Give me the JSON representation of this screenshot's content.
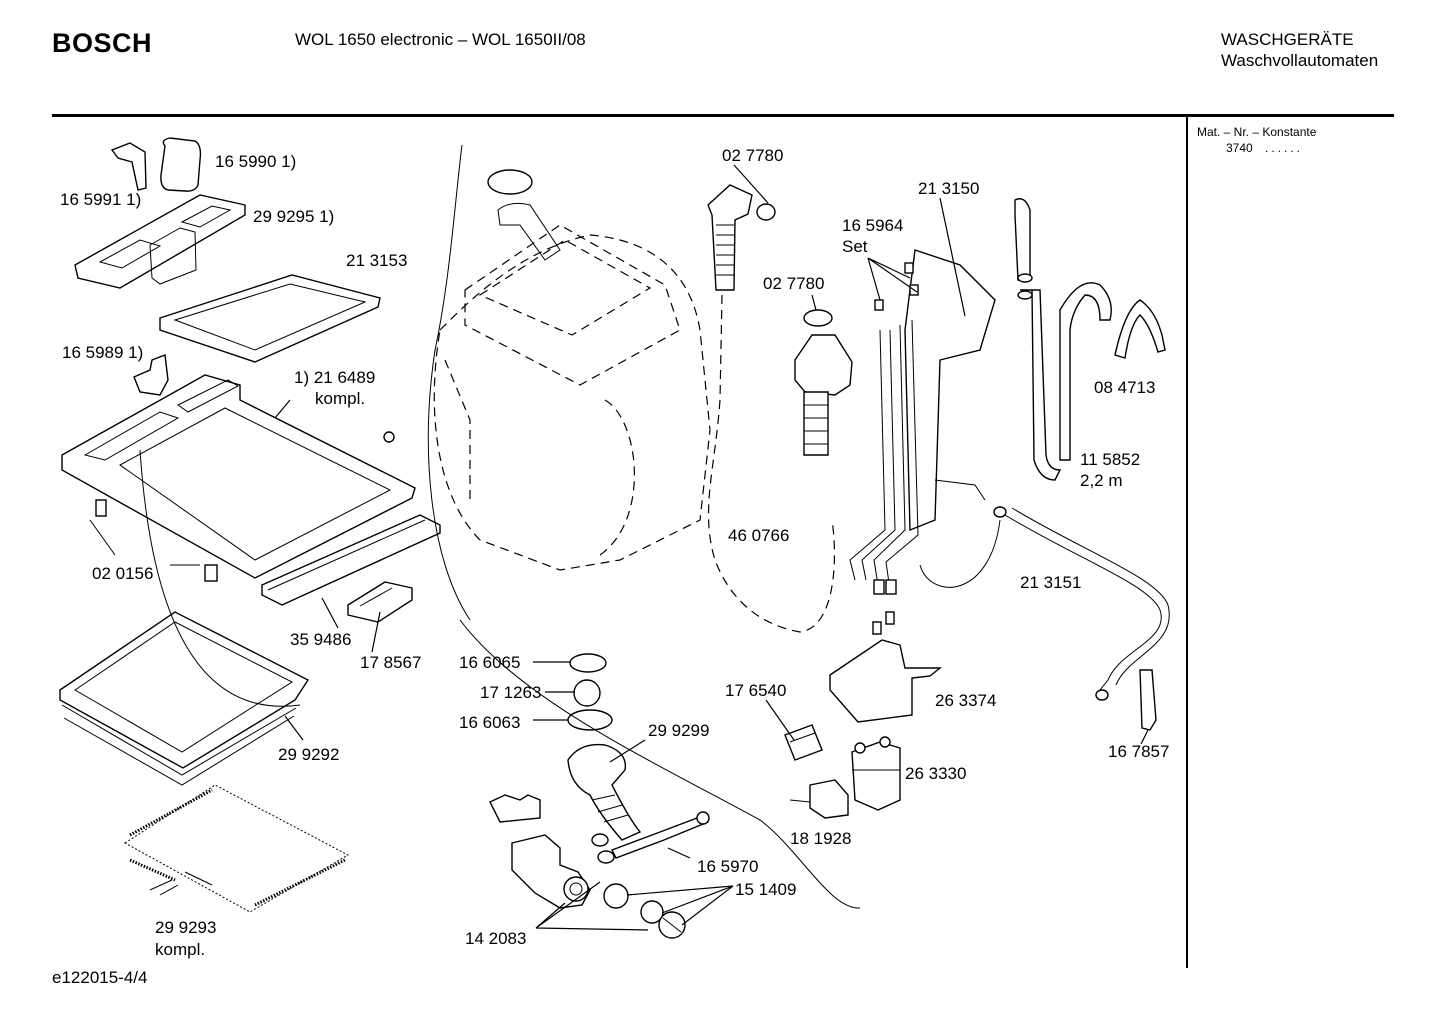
{
  "header": {
    "brand": "BOSCH",
    "model": "WOL 1650 electronic – WOL 1650II/08",
    "category_line1": "WASCHGERÄTE",
    "category_line2": "Waschvollautomaten"
  },
  "side_panel": {
    "title": "Mat. – Nr. – Konstante",
    "value": "3740",
    "dots": "......"
  },
  "parts": [
    {
      "id": "p1",
      "label": "16 5990 1)"
    },
    {
      "id": "p2",
      "label": "16 5991 1)"
    },
    {
      "id": "p3",
      "label": "29 9295 1)"
    },
    {
      "id": "p4",
      "label": "21 3153"
    },
    {
      "id": "p5",
      "label": "16 5989 1)"
    },
    {
      "id": "p6",
      "label": "1) 21 6489"
    },
    {
      "id": "p7",
      "label": "kompl."
    },
    {
      "id": "p8",
      "label": "02 0156"
    },
    {
      "id": "p9",
      "label": "35 9486"
    },
    {
      "id": "p10",
      "label": "17 8567"
    },
    {
      "id": "p11",
      "label": "29 9292"
    },
    {
      "id": "p12",
      "label": "29 9293"
    },
    {
      "id": "p13",
      "label": "kompl."
    },
    {
      "id": "p14",
      "label": "02 7780"
    },
    {
      "id": "p15",
      "label": "02 7780"
    },
    {
      "id": "p16",
      "label": "46 0766"
    },
    {
      "id": "p17",
      "label": "21 3150"
    },
    {
      "id": "p18",
      "label": "16 5964"
    },
    {
      "id": "p19",
      "label": "Set"
    },
    {
      "id": "p20",
      "label": "08 4713"
    },
    {
      "id": "p21",
      "label": "11 5852"
    },
    {
      "id": "p22",
      "label": "2,2 m"
    },
    {
      "id": "p23",
      "label": "21 3151"
    },
    {
      "id": "p24",
      "label": "16 6065"
    },
    {
      "id": "p25",
      "label": "17 1263"
    },
    {
      "id": "p26",
      "label": "16 6063"
    },
    {
      "id": "p27",
      "label": "29 9299"
    },
    {
      "id": "p28",
      "label": "17 6540"
    },
    {
      "id": "p29",
      "label": "26 3374"
    },
    {
      "id": "p30",
      "label": "26 3330"
    },
    {
      "id": "p31",
      "label": "16 7857"
    },
    {
      "id": "p32",
      "label": "18 1928"
    },
    {
      "id": "p33",
      "label": "16 5970"
    },
    {
      "id": "p34",
      "label": "15 1409"
    },
    {
      "id": "p35",
      "label": "14 2083"
    }
  ],
  "footer": {
    "code": "e122015-4/4"
  }
}
